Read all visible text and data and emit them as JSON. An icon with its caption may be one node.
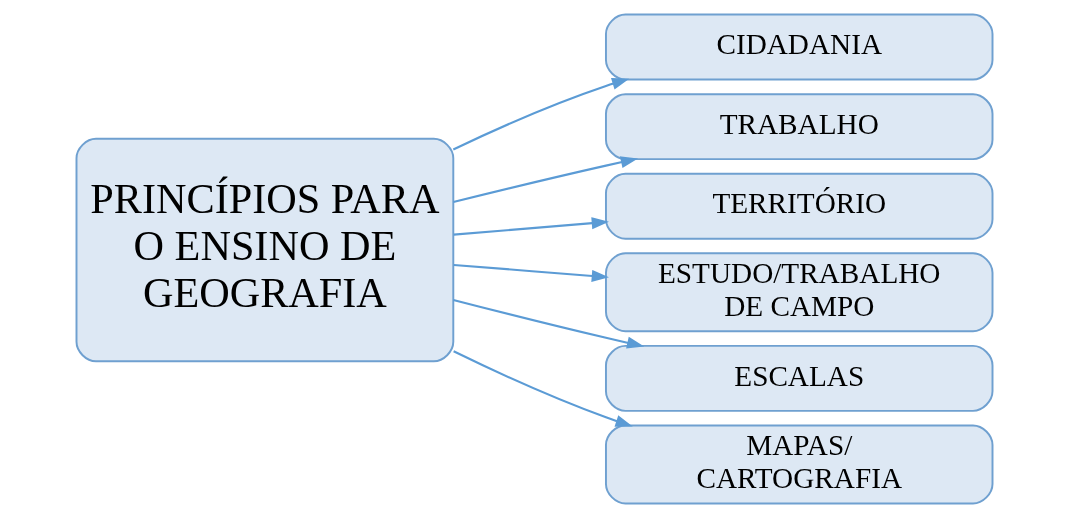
{
  "diagram": {
    "nodes": [
      {
        "text": [
          "PRINCÍPIOS PARA O ENSINO DE GEOGRAFIA"
        ]
      },
      {
        "text": [
          "CIDADANIA"
        ]
      },
      {
        "text": [
          "TRABALHO"
        ]
      },
      {
        "text": [
          "TERRITÓRIO"
        ]
      },
      {
        "text": [
          "ESTUDO/TRABALHO DE CAMPO"
        ]
      },
      {
        "text": [
          "ESCALAS"
        ]
      },
      {
        "text": [
          "MAPAS/ CARTOGRAFIA"
        ]
      }
    ],
    "edges": [
      {
        "from": 0,
        "to": 1,
        "arrow": "to"
      },
      {
        "from": 0,
        "to": 2,
        "arrow": "to"
      },
      {
        "from": 0,
        "to": 3,
        "arrow": "to"
      },
      {
        "from": 0,
        "to": 4,
        "arrow": "to"
      },
      {
        "from": 0,
        "to": 5,
        "arrow": "to"
      },
      {
        "from": 0,
        "to": 6,
        "arrow": "to"
      }
    ]
  }
}
